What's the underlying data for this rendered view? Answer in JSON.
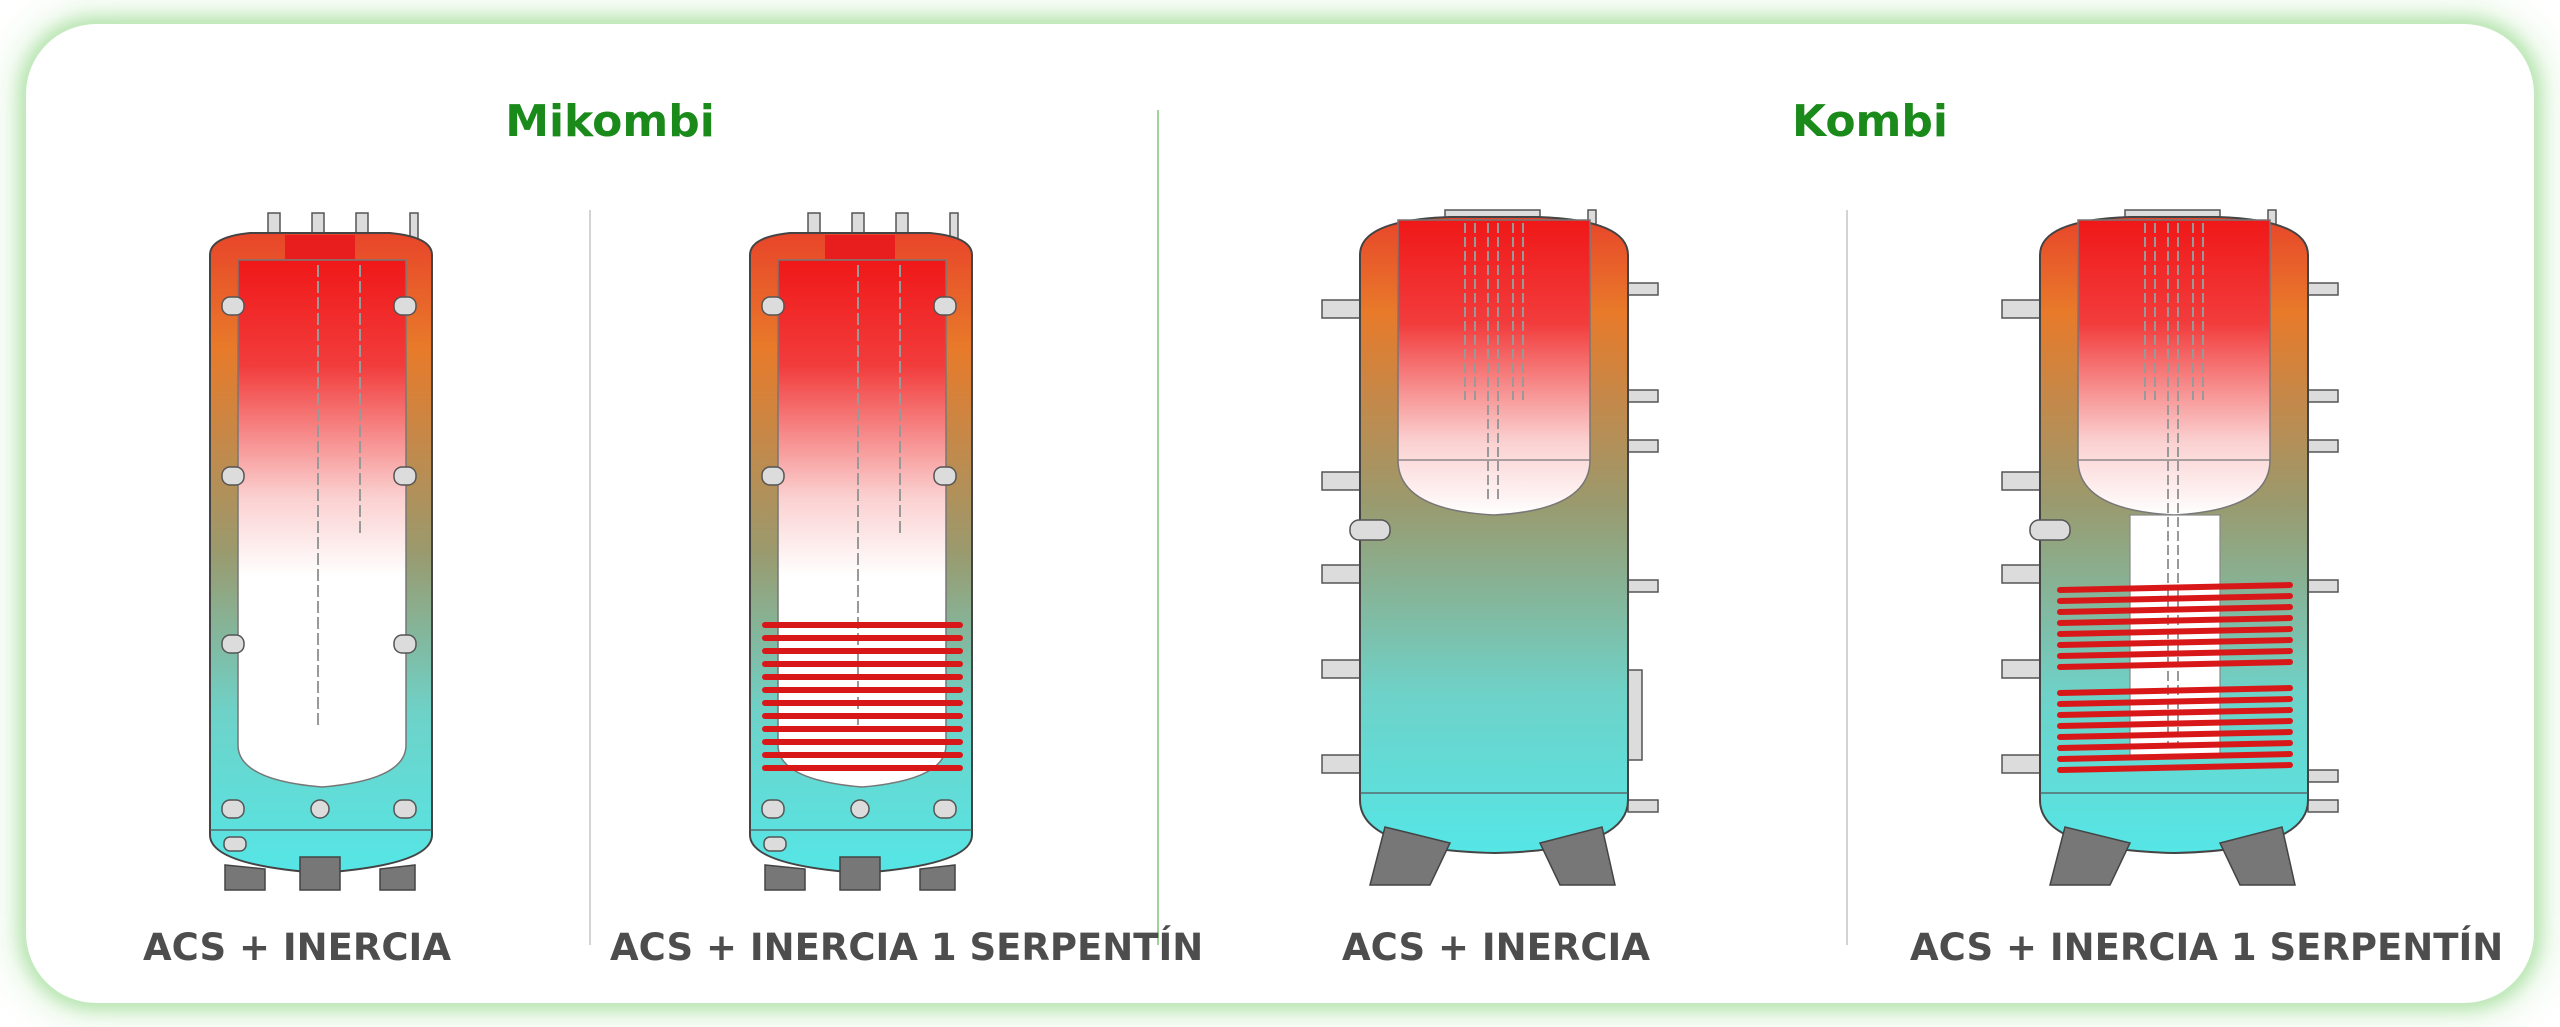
{
  "groups": [
    {
      "title": "Mikombi"
    },
    {
      "title": "Kombi"
    }
  ],
  "tanks": [
    {
      "label": "ACS + INERCIA"
    },
    {
      "label": "ACS + INERCIA 1 SERPENTÍN"
    },
    {
      "label": "ACS + INERCIA"
    },
    {
      "label": "ACS + INERCIA 1 SERPENTÍN"
    }
  ],
  "colors": {
    "title_green": "#1a8a1a",
    "label_gray": "#4d4d4d",
    "hot_red": "#f01818",
    "warm_orange": "#e87a2a",
    "cold_cyan": "#55e6e6",
    "coil_red": "#d81818",
    "frame_glow": "#96d78c"
  }
}
